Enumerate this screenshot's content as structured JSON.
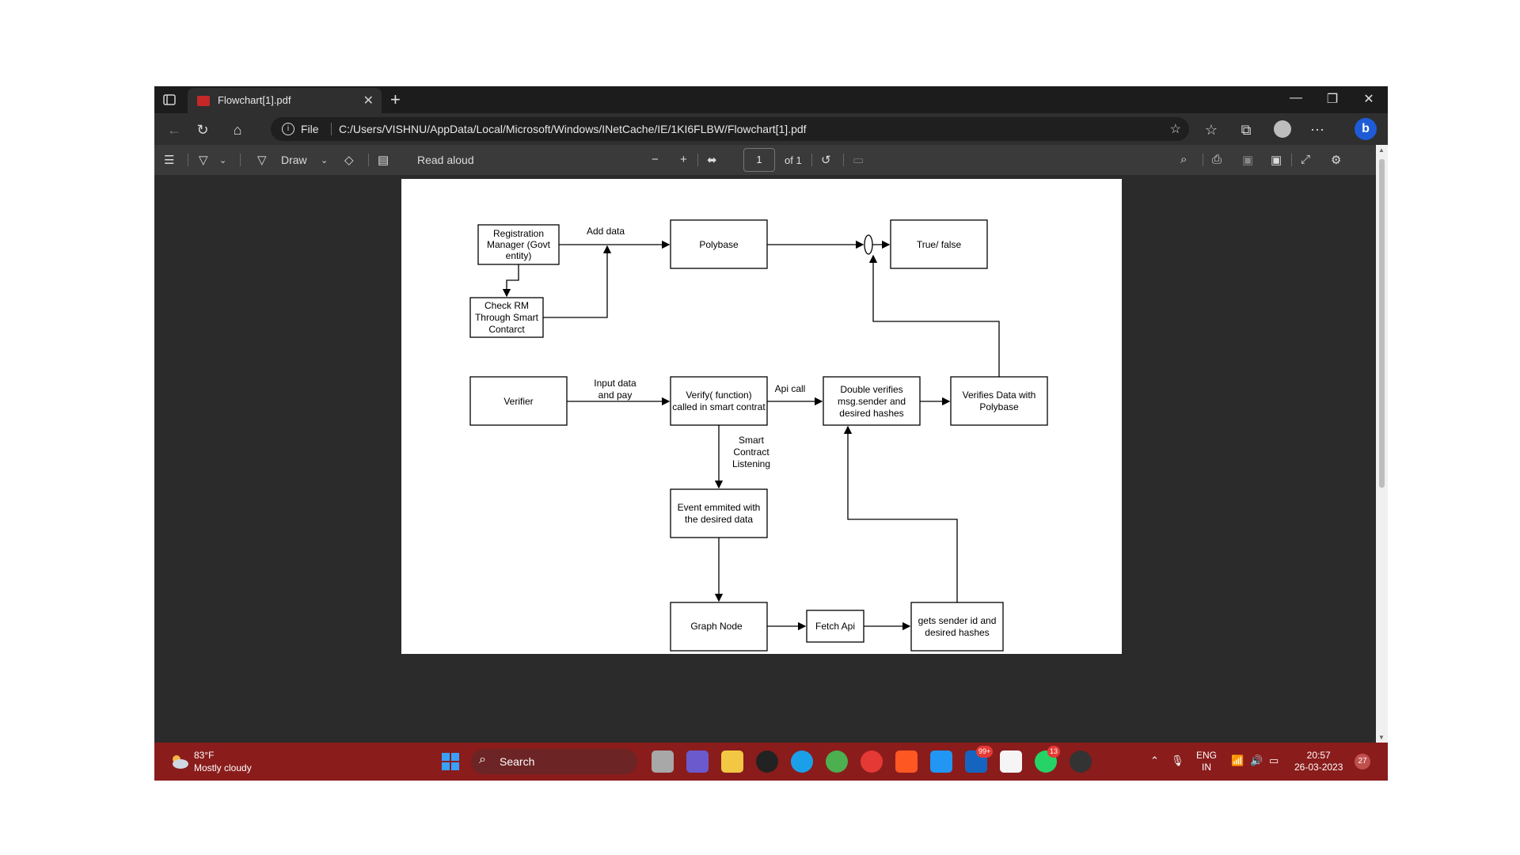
{
  "browser": {
    "tab_title": "Flowchart[1].pdf",
    "address_scheme": "File",
    "address_url": "C:/Users/VISHNU/AppData/Local/Microsoft/Windows/INetCache/IE/1KI6FLBW/Flowchart[1].pdf"
  },
  "pdf_toolbar": {
    "draw_label": "Draw",
    "read_aloud_label": "Read aloud",
    "page_current": "1",
    "page_total": "of 1"
  },
  "flowchart": {
    "registration_manager": [
      "Registration",
      "Manager (Govt",
      "entity)"
    ],
    "add_data": "Add data",
    "polybase": "Polybase",
    "true_false": "True/ false",
    "check_rm": [
      "Check RM",
      "Through Smart",
      "Contarct"
    ],
    "verifier": "Verifier",
    "input_data": [
      "Input data",
      "and pay"
    ],
    "verify_function": [
      "Verify( function)",
      "called in smart contrat"
    ],
    "api_call": "Api call",
    "double_verifies": [
      "Double verifies",
      "msg.sender and",
      "desired hashes"
    ],
    "verifies_data": [
      "Verifies Data with",
      "Polybase"
    ],
    "smart_contract_listening": [
      "Smart",
      "Contract",
      "Listening"
    ],
    "event_emitted": [
      "Event emmited with",
      "the desired data"
    ],
    "graph_node": "Graph Node",
    "fetch_api": "Fetch Api",
    "gets_sender": [
      "gets sender id and",
      "desired hashes"
    ]
  },
  "taskbar": {
    "temperature": "83°F",
    "weather": "Mostly cloudy",
    "search_label": "Search",
    "mail_badge": "99+",
    "whatsapp_badge": "13",
    "language": "ENG",
    "region": "IN",
    "time": "20:57",
    "date": "26-03-2023",
    "notification_count": "27"
  },
  "colors": {
    "taskbar_bg": "#8a1c1c",
    "chrome_bg": "#2b2b2b",
    "accent": "#1e5bd6"
  }
}
